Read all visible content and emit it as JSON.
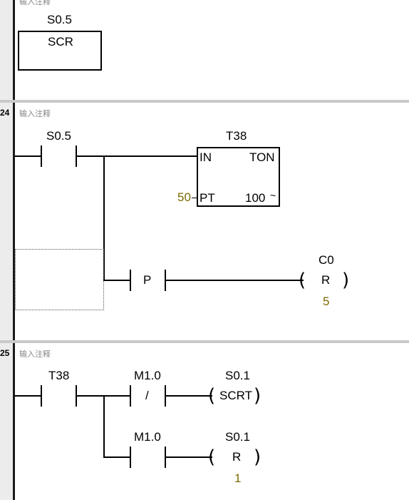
{
  "networks": [
    {
      "comment": "输入注释",
      "scr_box": {
        "address": "S0.5",
        "type": "SCR"
      }
    },
    {
      "number": "24",
      "comment": "输入注释",
      "contact": "S0.5",
      "timer": {
        "name": "T38",
        "in_label": "IN",
        "type": "TON",
        "pt_label": "PT",
        "pt_value": "50",
        "resolution": "100",
        "res_mark": "~"
      },
      "edge_label": "P",
      "coil": {
        "address": "C0",
        "type": "R",
        "count": "5"
      }
    },
    {
      "number": "25",
      "comment": "输入注释",
      "contact": "T38",
      "branch1": {
        "contact": "M1.0",
        "contact_mark": "/",
        "coil_address": "S0.1",
        "coil_type": "SCRT"
      },
      "branch2": {
        "contact": "M1.0",
        "coil_address": "S0.1",
        "coil_type": "R",
        "count": "1"
      }
    }
  ]
}
